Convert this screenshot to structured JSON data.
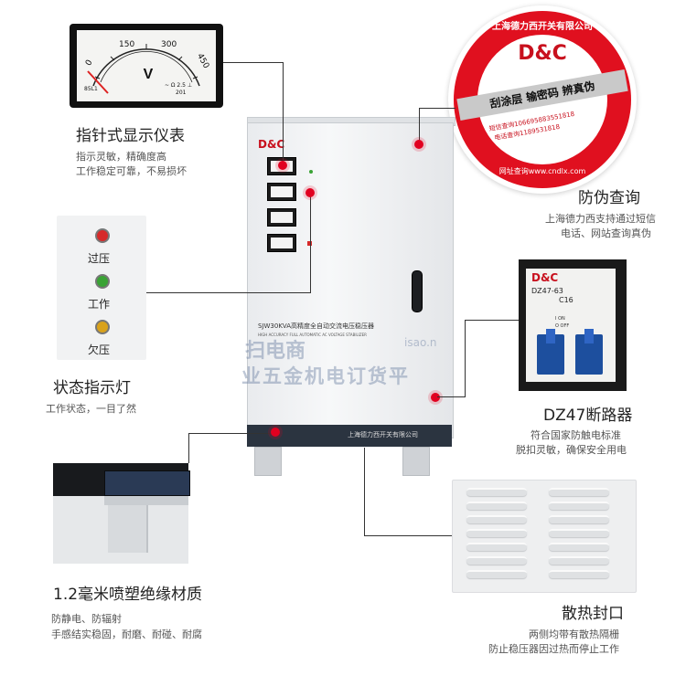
{
  "brand": {
    "logo": "D&C",
    "company": "上海德力西开关有限公司"
  },
  "cabinet": {
    "model_text": "SJW30KVA高精度全自动交流电压稳压器",
    "model_sub": "HIGH ACCURACY FULL AUTOMATIC AC VOLTAGE STABILIZER",
    "footer_company": "上海德力西开关有限公司"
  },
  "meter": {
    "scale": [
      "0",
      "150",
      "300",
      "450"
    ],
    "unit": "V",
    "model": "85L1",
    "footer_left": "~ Ω 2.5 ⊥",
    "footer_right": "201"
  },
  "sections": {
    "meter_display": {
      "title": "指针式显示仪表",
      "desc": [
        "指示灵敏，精确度高",
        "工作稳定可靠，不易损坏"
      ]
    },
    "anti_fake": {
      "title": "防伪查询",
      "desc": [
        "上海德力西支持通过短信",
        "电话、网站查询真伪"
      ]
    },
    "indicator": {
      "title": "状态指示灯",
      "desc": [
        "工作状态，一目了然"
      ]
    },
    "breaker": {
      "title": "DZ47断路器",
      "desc": [
        "符合国家防触电标准",
        "脱扣灵敏，确保安全用电"
      ]
    },
    "material": {
      "title": "1.2毫米喷塑绝缘材质",
      "desc": [
        "防静电、防辐射",
        "手感结实稳固，耐磨、耐碰、耐腐"
      ]
    },
    "heat": {
      "title": "散热封口",
      "desc": [
        "两侧均带有散热隔栅",
        "防止稳压器因过热而停止工作"
      ]
    }
  },
  "indicator_lights": [
    {
      "label": "过压",
      "color": "#d62a2a"
    },
    {
      "label": "工作",
      "color": "#3aa335"
    },
    {
      "label": "欠压",
      "color": "#d9a21b"
    }
  ],
  "seal": {
    "company": "上海德力西开关有限公司",
    "logo": "D&C",
    "banner": "刮涂层 输密码 辨真伪",
    "sms": "短信查询106695883551818",
    "phone": "电话查询1189531818",
    "web": "网址查询www.cndlx.com"
  },
  "breaker": {
    "logo": "D&C",
    "model": "DZ47-63",
    "rating": "C16",
    "on_label": "I ON",
    "off_label": "O OFF"
  },
  "watermark": [
    "扫电商",
    "业五金机电订货平",
    "isao.n"
  ]
}
